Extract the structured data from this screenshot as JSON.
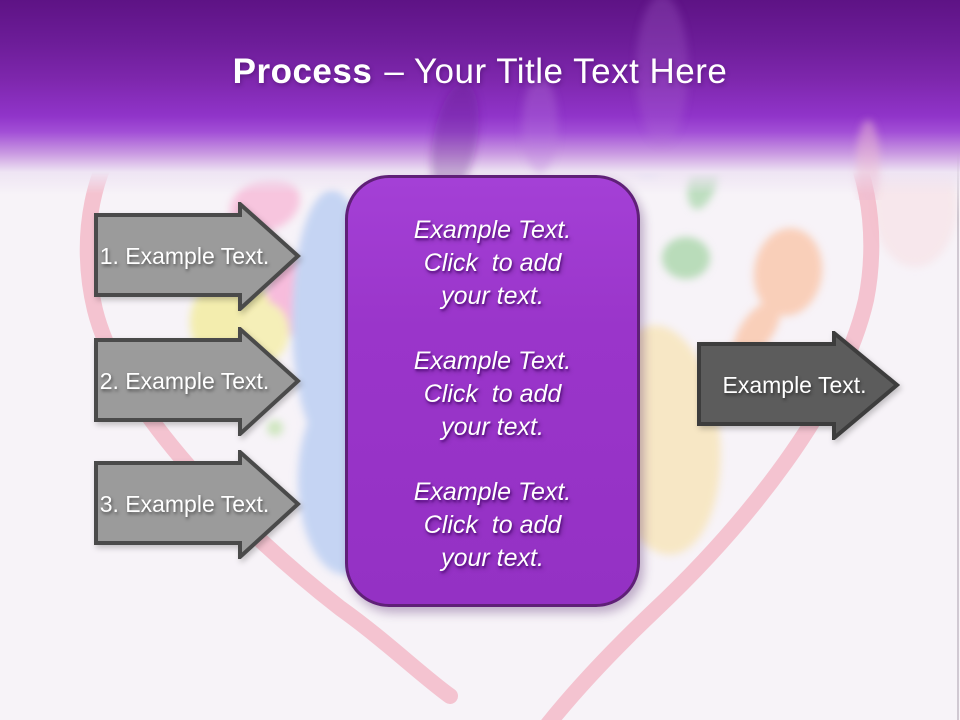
{
  "title": {
    "emphasis": "Process",
    "rest": "– Your Title Text Here"
  },
  "left_arrows": [
    {
      "label": "1. Example Text."
    },
    {
      "label": "2. Example Text."
    },
    {
      "label": "3. Example Text."
    }
  ],
  "center_box": {
    "paragraphs": [
      "Example Text.\nClick  to add\nyour text.",
      "Example Text.\nClick  to add\nyour text.",
      "Example Text.\nClick  to add\nyour text."
    ]
  },
  "right_arrow": {
    "label": "Example Text."
  },
  "colors": {
    "header_purple_dark": "#5e1385",
    "header_purple": "#9034c9",
    "panel_purple": "#9a35ca",
    "panel_border": "#5f2077",
    "step_arrow_gray": "#9b9b9b",
    "step_arrow_border": "#4a4a4a",
    "result_arrow_gray": "#5c5c5c",
    "result_arrow_border": "#3d3d3d",
    "heart_pink": "#f2b6c6",
    "background": "#f7f3f8",
    "text_white": "#ffffff"
  }
}
